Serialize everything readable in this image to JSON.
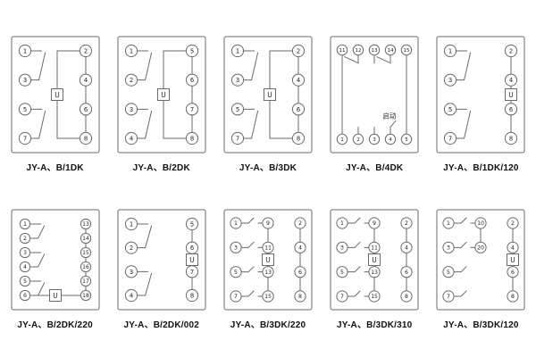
{
  "page": {
    "background": "#ffffff",
    "line_color": "#6a6a6a"
  },
  "diagrams": [
    {
      "label": "JY-A、B/1DK",
      "type": "two-col",
      "u_pos": "center",
      "coil": "U",
      "left": [
        "1",
        "3",
        "5",
        "7"
      ],
      "right": [
        "2",
        "4",
        "6",
        "8"
      ]
    },
    {
      "label": "JY-A、B/2DK",
      "type": "two-col",
      "u_pos": "center",
      "coil": "U",
      "left": [
        "1",
        "2",
        "3",
        "4"
      ],
      "right": [
        "5",
        "6",
        "7",
        "8"
      ]
    },
    {
      "label": "JY-A、B/3DK",
      "type": "two-col",
      "u_pos": "center",
      "coil": "U",
      "left": [
        "1",
        "3",
        "5",
        "7"
      ],
      "right": [
        "2",
        "4",
        "6",
        "8"
      ]
    },
    {
      "label": "JY-A、B/4DK",
      "type": "two-row",
      "annotation": "启动",
      "top": [
        "11",
        "12",
        "13",
        "14",
        "15"
      ],
      "bottom": [
        "1",
        "2",
        "3",
        "4",
        "5"
      ]
    },
    {
      "label": "JY-A、B/1DK/120",
      "type": "two-col",
      "u_pos": "right-mid",
      "coil": "U",
      "left": [
        "1",
        "3",
        "5",
        "7"
      ],
      "right": [
        "2",
        "4",
        "6",
        "8"
      ]
    },
    {
      "label": "JY-A、B/2DK/220",
      "type": "two-col",
      "u_pos": "bottom",
      "coil": "U",
      "left": [
        "1",
        "2",
        "3",
        "4",
        "5",
        "6"
      ],
      "right": [
        "13",
        "14",
        "15",
        "16",
        "17",
        "18"
      ]
    },
    {
      "label": "JY-A、B/2DK/002",
      "type": "two-col",
      "u_pos": "right-mid",
      "coil": "U",
      "left": [
        "1",
        "2",
        "3",
        "4"
      ],
      "right": [
        "5",
        "6",
        "7",
        "8"
      ]
    },
    {
      "label": "JY-A、B/3DK/220",
      "type": "three-col",
      "u_pos": "mid",
      "coil": "U",
      "left": [
        "1",
        "3",
        "5",
        "7"
      ],
      "mid": [
        "9",
        "11",
        "13",
        "15"
      ],
      "right": [
        "2",
        "4",
        "6",
        "8"
      ]
    },
    {
      "label": "JY-A、B/3DK/310",
      "type": "three-col",
      "u_pos": "mid",
      "coil": "U",
      "left": [
        "1",
        "3",
        "5",
        "7"
      ],
      "mid": [
        "9",
        "11",
        "13",
        "15"
      ],
      "right": [
        "2",
        "4",
        "6",
        "8"
      ]
    },
    {
      "label": "JY-A、B/3DK/120",
      "type": "three-col",
      "u_pos": "right-mid",
      "coil": "U",
      "left": [
        "1",
        "3",
        "5",
        "7"
      ],
      "mid": [
        "10",
        "20"
      ],
      "right": [
        "2",
        "4",
        "6",
        "8"
      ]
    }
  ]
}
